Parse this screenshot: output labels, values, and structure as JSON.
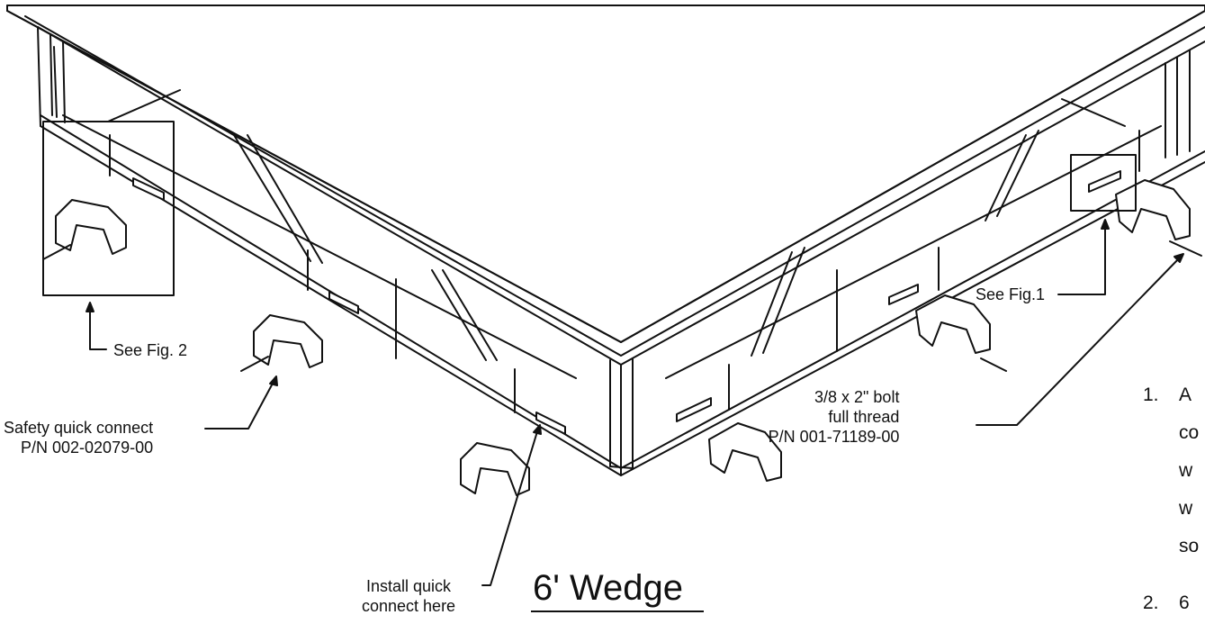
{
  "title": "6' Wedge",
  "callouts": {
    "see_fig2": "See Fig. 2",
    "see_fig1": "See Fig.1",
    "safety": {
      "line1": "Safety quick connect",
      "line2": "P/N 002-02079-00"
    },
    "bolt": {
      "line1": "3/8 x 2\" bolt",
      "line2": "full thread",
      "line3": "P/N 001-71189-00"
    },
    "install": {
      "line1": "Install quick",
      "line2": "connect here"
    }
  },
  "notes": {
    "n1": {
      "num": "1.",
      "lines": [
        "A",
        "co",
        "w",
        "w",
        "so"
      ]
    },
    "n2": {
      "num": "2.",
      "line": "6"
    }
  },
  "colors": {
    "ink": "#111111",
    "paper": "#ffffff"
  }
}
